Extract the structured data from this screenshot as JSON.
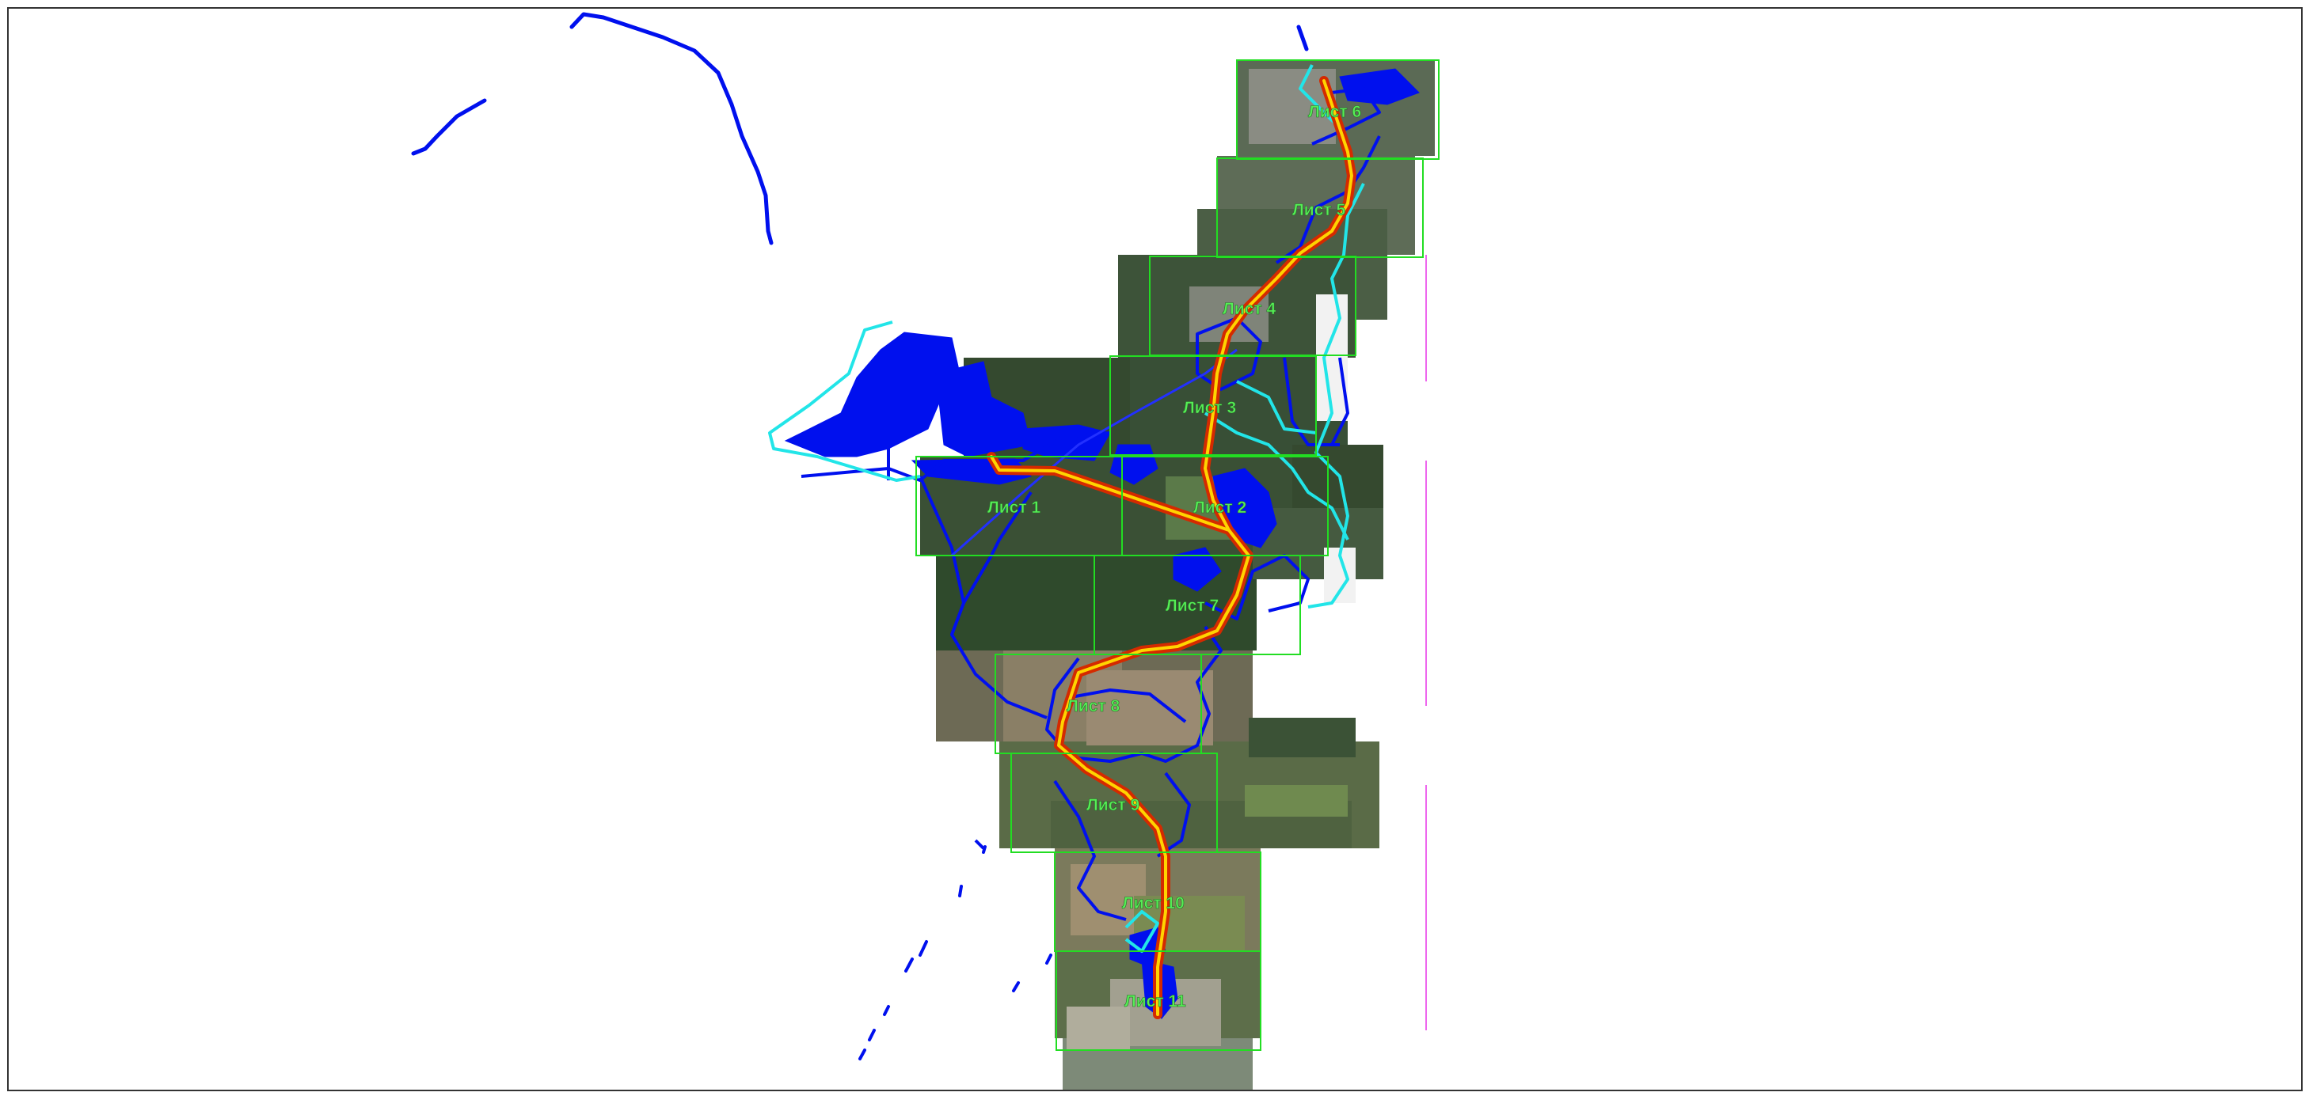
{
  "colors": {
    "background": "#ffffff",
    "sheet_frame": "#22dd22",
    "sheet_label": "#55ee55",
    "route_outer": "#d42a00",
    "route_inner": "#ffd400",
    "water_dark": "#0010ee",
    "water_light": "#22e5e8",
    "aerial_forest": "#2f4a2c",
    "aerial_field": "#8a7f66",
    "aerial_settlement": "#7d8a78",
    "grid_line": "#ee66ee"
  },
  "sheets": [
    {
      "id": "sheet-1",
      "label": "Лист 1"
    },
    {
      "id": "sheet-2",
      "label": "Лист 2"
    },
    {
      "id": "sheet-3",
      "label": "Лист 3"
    },
    {
      "id": "sheet-4",
      "label": "Лист 4"
    },
    {
      "id": "sheet-5",
      "label": "Лист 5"
    },
    {
      "id": "sheet-6",
      "label": "Лист 6"
    },
    {
      "id": "sheet-7",
      "label": "Лист 7"
    },
    {
      "id": "sheet-8",
      "label": "Лист 8"
    },
    {
      "id": "sheet-9",
      "label": "Лист 9"
    },
    {
      "id": "sheet-10",
      "label": "Лист 10"
    },
    {
      "id": "sheet-11",
      "label": "Лист 11"
    }
  ]
}
